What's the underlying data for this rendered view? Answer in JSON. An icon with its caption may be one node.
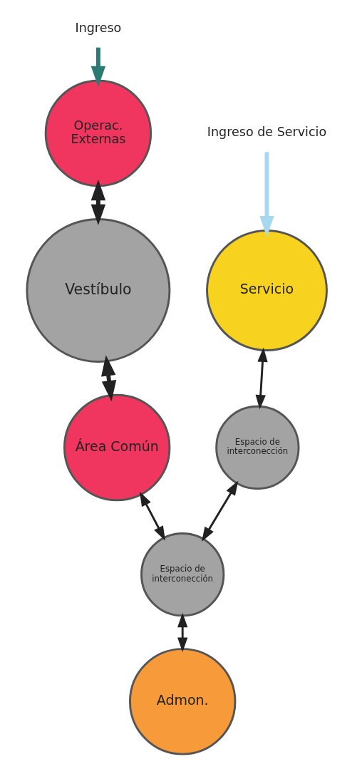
{
  "diagram": {
    "nodes": [
      {
        "text": [
          "Ingreso"
        ]
      },
      {
        "text": [
          "Operac. Externas"
        ]
      },
      {
        "text": [
          "Vestíbulo"
        ]
      },
      {
        "text": [
          "Ingreso de Servicio"
        ]
      },
      {
        "text": [
          "Servicio"
        ]
      },
      {
        "text": [
          "Espacio de interconección"
        ]
      },
      {
        "text": [
          "Área Común"
        ]
      },
      {
        "text": [
          "Espacio de interconección"
        ]
      },
      {
        "text": [
          "Admon."
        ]
      }
    ],
    "edges": [
      {
        "from": 0,
        "to": 1,
        "arrow": "to",
        "style": "thick",
        "color": "#2b7a74"
      },
      {
        "from": 1,
        "to": 2,
        "arrow": "both",
        "style": "thick"
      },
      {
        "from": 3,
        "to": 4,
        "arrow": "to",
        "style": "thick",
        "color": "#a8d8f0"
      },
      {
        "from": 2,
        "to": 6,
        "arrow": "both",
        "style": "thick"
      },
      {
        "from": 4,
        "to": 5,
        "arrow": "both"
      },
      {
        "from": 5,
        "to": 7,
        "arrow": "both"
      },
      {
        "from": 6,
        "to": 7,
        "arrow": "both"
      },
      {
        "from": 7,
        "to": 8,
        "arrow": "both"
      }
    ]
  }
}
